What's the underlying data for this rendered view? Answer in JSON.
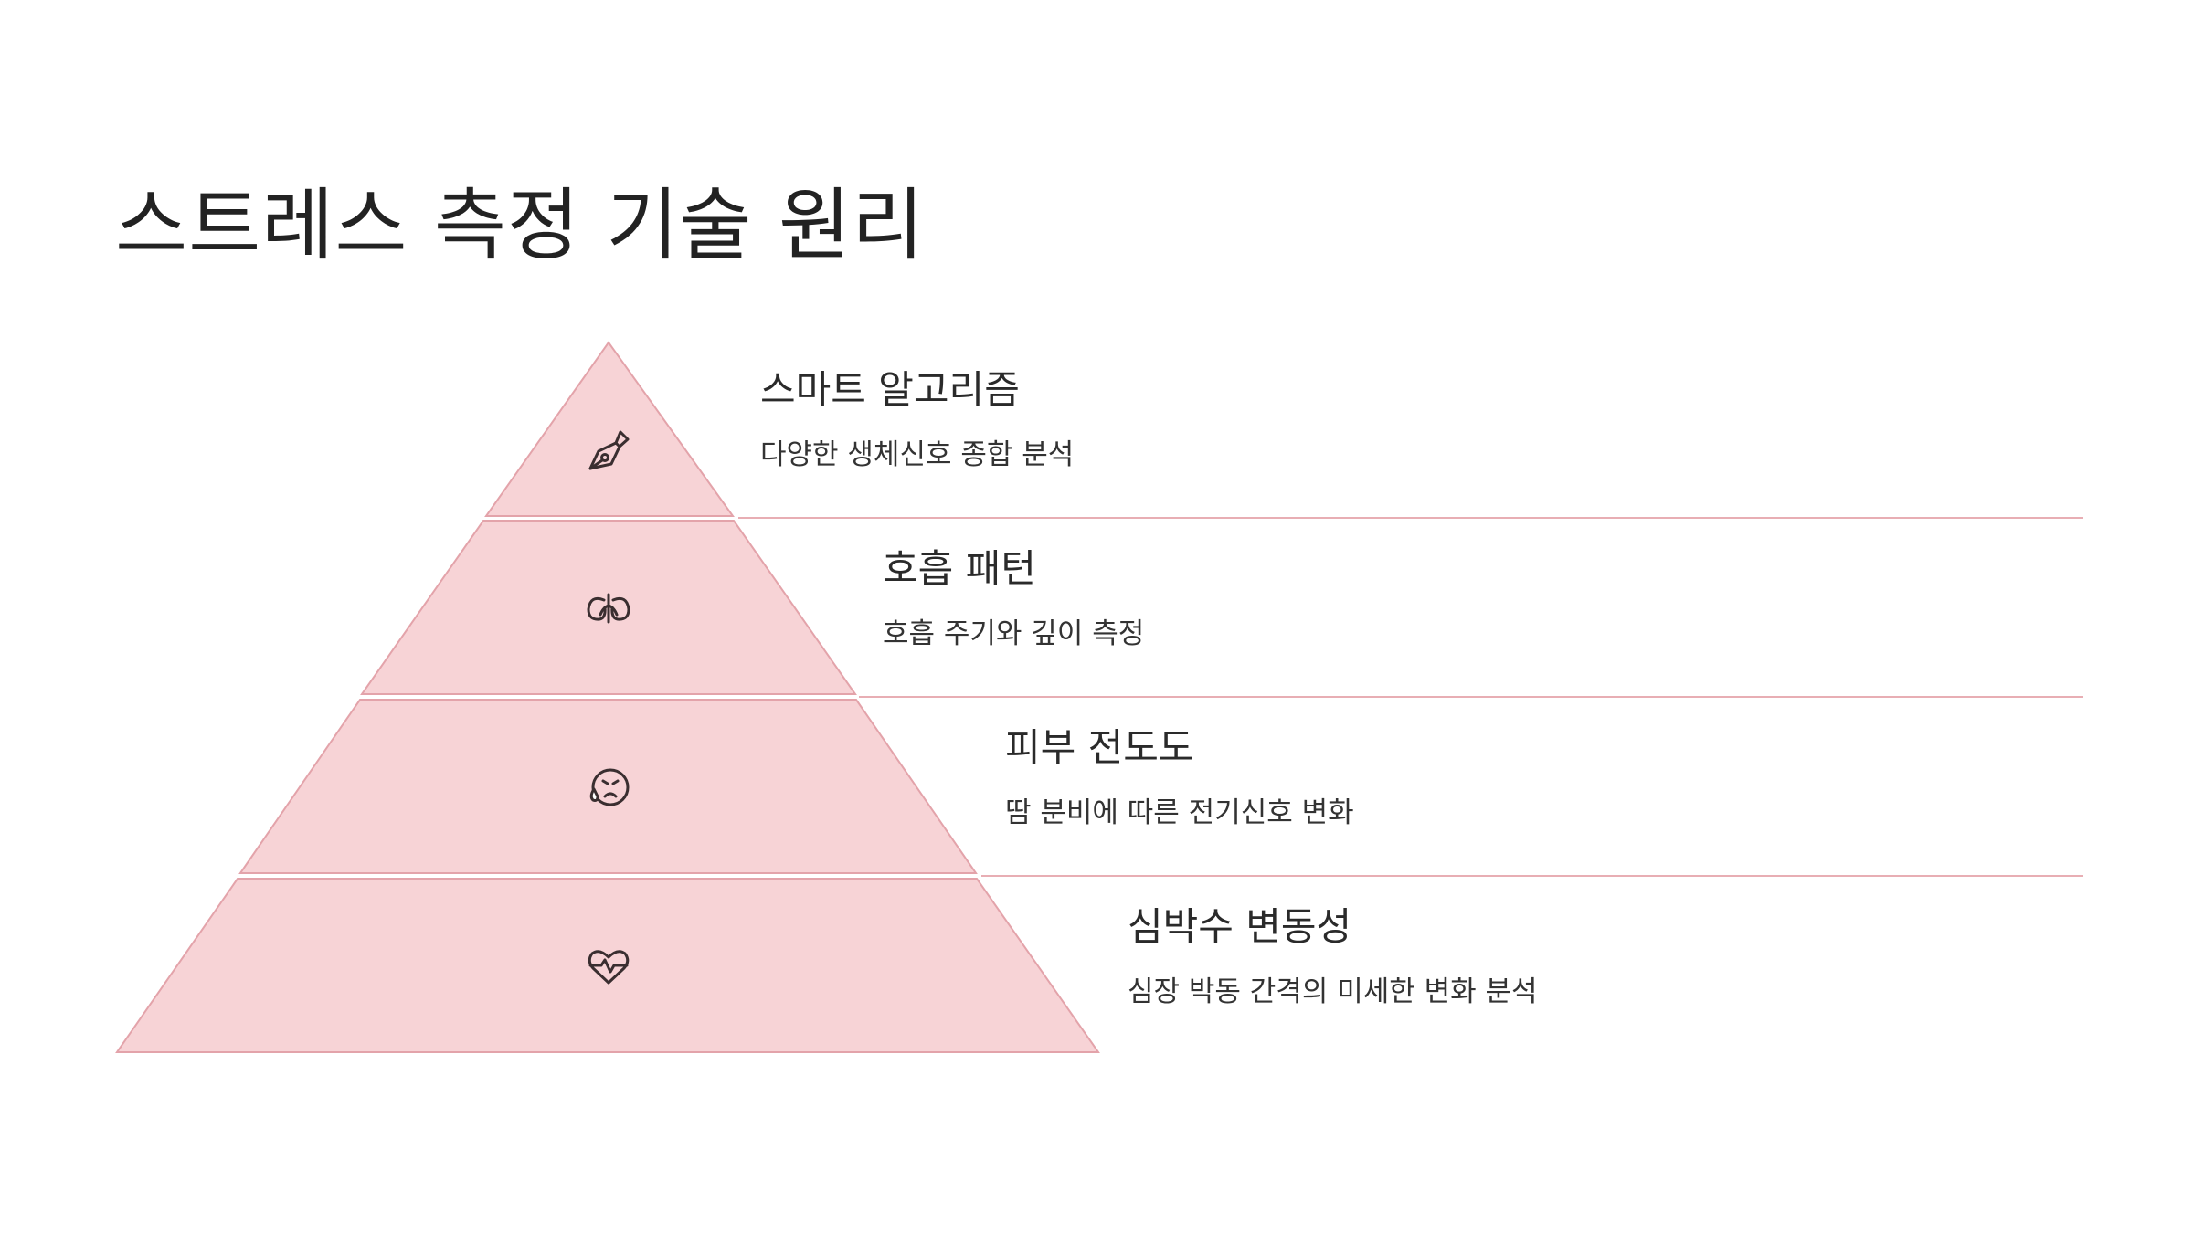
{
  "title": "스트레스 측정 기술 원리",
  "colors": {
    "fill": "#f7d3d6",
    "stroke": "#e3a3aa",
    "divider": "#e8aeb4",
    "icon": "#3a2e30"
  },
  "levels": [
    {
      "heading": "스마트 알고리즘",
      "description": "다양한 생체신호 종합 분석",
      "icon": "pen-nib-icon"
    },
    {
      "heading": "호흡 패턴",
      "description": "호흡 주기와 깊이 측정",
      "icon": "lungs-icon"
    },
    {
      "heading": "피부 전도도",
      "description": "땀 분비에 따른 전기신호 변화",
      "icon": "sweat-face-icon"
    },
    {
      "heading": "심박수 변동성",
      "description": "심장 박동 간격의 미세한 변화 분석",
      "icon": "heart-pulse-icon"
    }
  ]
}
